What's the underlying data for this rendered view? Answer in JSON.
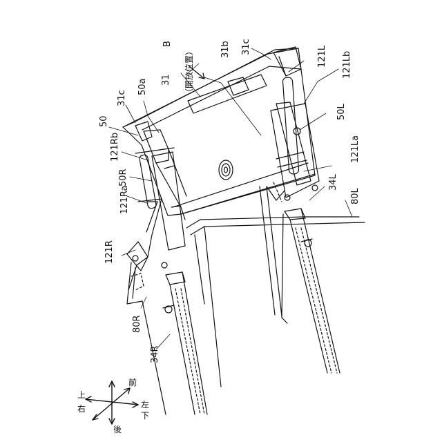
{
  "figure": {
    "mode_label": "B",
    "mode_caption": "（開放位置）",
    "labels": {
      "l31": "31",
      "l31b": "31b",
      "l31c_top": "31c",
      "l31c_left": "31c",
      "l50a": "50a",
      "l50": "50",
      "l121L": "121L",
      "l121Lb": "121Lb",
      "l50L": "50L",
      "l121La": "121La",
      "l34L": "34L",
      "l80L": "80L",
      "l121Rb": "121Rb",
      "l50R": "50R",
      "l121Ra": "121Ra",
      "l121R": "121R",
      "l80R": "80R",
      "l34R": "34R"
    },
    "directions": {
      "front": "前",
      "back": "後",
      "up": "上",
      "down": "下",
      "left": "左",
      "right": "右"
    }
  }
}
